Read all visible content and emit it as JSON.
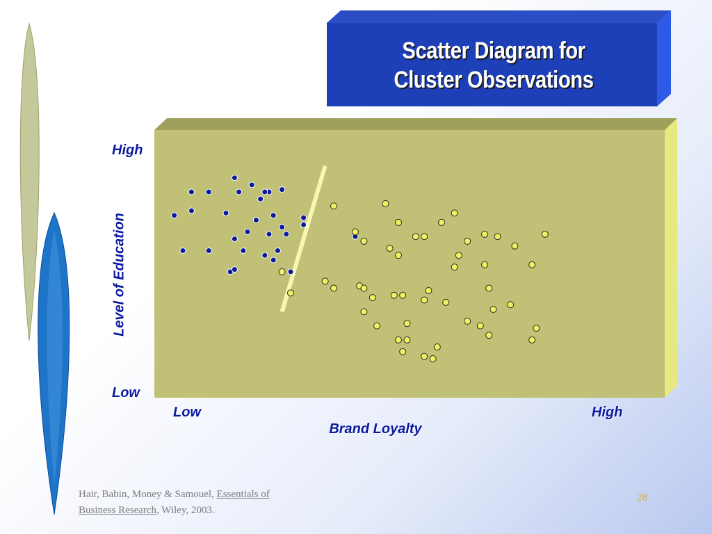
{
  "slide": {
    "title_line1": "Scatter Diagram for",
    "title_line2": "Cluster Observations",
    "footer_text": "Hair, Babin, Money & Samouel, ",
    "footer_link1": "Essentials of",
    "footer_link2": "Business Research",
    "footer_rest": ", Wiley, 2003.",
    "page_number": "28"
  },
  "chart_data": {
    "type": "scatter",
    "title": "",
    "xlabel": "Brand Loyalty",
    "ylabel": "Level of Education",
    "x_tick_labels": [
      "Low",
      "High"
    ],
    "y_tick_labels": [
      "Low",
      "High"
    ],
    "xlim": [
      0,
      100
    ],
    "ylim": [
      0,
      100
    ],
    "grid": false,
    "series": [
      {
        "color": "#0a1a9a",
        "points": [
          [
            17,
            85
          ],
          [
            21,
            82
          ],
          [
            11,
            79
          ],
          [
            18,
            79
          ],
          [
            25,
            79
          ],
          [
            28,
            80
          ],
          [
            23,
            76
          ],
          [
            24,
            79
          ],
          [
            7,
            79
          ],
          [
            7,
            71
          ],
          [
            15,
            70
          ],
          [
            3,
            69
          ],
          [
            26,
            69
          ],
          [
            33,
            68
          ],
          [
            22,
            67
          ],
          [
            20,
            62
          ],
          [
            25,
            61
          ],
          [
            33,
            65
          ],
          [
            17,
            59
          ],
          [
            29,
            61
          ],
          [
            19,
            54
          ],
          [
            28,
            64
          ],
          [
            27,
            54
          ],
          [
            5,
            54
          ],
          [
            11,
            54
          ],
          [
            24,
            52
          ],
          [
            45,
            60
          ],
          [
            26,
            50
          ],
          [
            16,
            45
          ],
          [
            28,
            45
          ],
          [
            30,
            45
          ],
          [
            17,
            46
          ]
        ]
      },
      {
        "color": "#f0f060",
        "points": [
          [
            40,
            73
          ],
          [
            52,
            74
          ],
          [
            68,
            70
          ],
          [
            55,
            66
          ],
          [
            65,
            66
          ],
          [
            45,
            62
          ],
          [
            59,
            60
          ],
          [
            75,
            61
          ],
          [
            61,
            60
          ],
          [
            71,
            58
          ],
          [
            78,
            60
          ],
          [
            82,
            56
          ],
          [
            89,
            61
          ],
          [
            47,
            58
          ],
          [
            53,
            55
          ],
          [
            55,
            52
          ],
          [
            69,
            52
          ],
          [
            68,
            47
          ],
          [
            75,
            48
          ],
          [
            86,
            48
          ],
          [
            28,
            45
          ],
          [
            38,
            41
          ],
          [
            46,
            39
          ],
          [
            47,
            38
          ],
          [
            54,
            35
          ],
          [
            49,
            34
          ],
          [
            66,
            32
          ],
          [
            76,
            38
          ],
          [
            81,
            31
          ],
          [
            62,
            37
          ],
          [
            40,
            38
          ],
          [
            61,
            33
          ],
          [
            56,
            35
          ],
          [
            30,
            36
          ],
          [
            47,
            28
          ],
          [
            77,
            29
          ],
          [
            71,
            24
          ],
          [
            57,
            23
          ],
          [
            74,
            22
          ],
          [
            87,
            21
          ],
          [
            86,
            16
          ],
          [
            76,
            18
          ],
          [
            55,
            16
          ],
          [
            50,
            22
          ],
          [
            57,
            16
          ],
          [
            64,
            13
          ],
          [
            56,
            11
          ],
          [
            61,
            9
          ],
          [
            63,
            8
          ]
        ]
      }
    ],
    "divider_line": {
      "x1": 38,
      "y1": 90,
      "x2": 28,
      "y2": 28
    }
  }
}
